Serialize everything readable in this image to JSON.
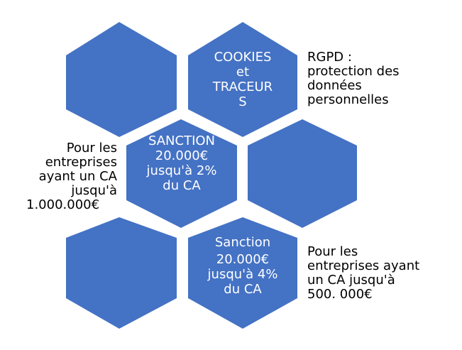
{
  "colors": {
    "hex_fill": "#4472C4",
    "hex_text": "#FFFFFF",
    "side_text": "#000000"
  },
  "hex_labels": {
    "cookies": "COOKIES et TRACEURS",
    "sanction_2": "SANCTION 20.000€ jusqu'à 2% du CA",
    "sanction_4_title": "Sanction",
    "sanction_4_body": "20.000€ jusqu'à 4% du CA"
  },
  "side_labels": {
    "rgpd": [
      "RGPD :",
      "protection des",
      "données",
      "personnelles"
    ],
    "ca_1m": [
      "Pour les",
      "entreprises",
      "ayant un CA",
      "jusqu'à",
      "1.000.000€"
    ],
    "ca_500k": [
      "Pour les",
      "entreprises ayant",
      "un CA jusqu'à",
      "500. 000€"
    ]
  }
}
